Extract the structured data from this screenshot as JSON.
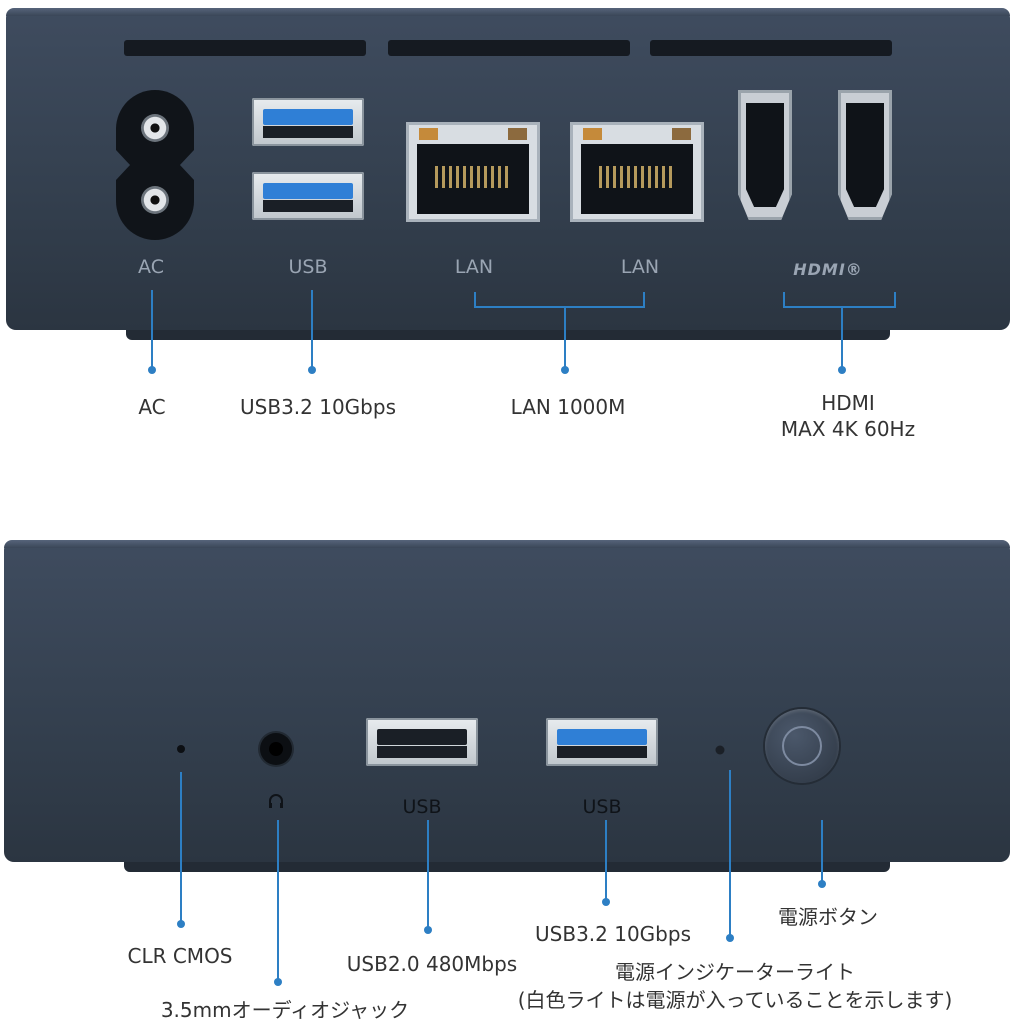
{
  "colors": {
    "callout_line": "#2d7fc4",
    "device_body": "#3a4657",
    "usb3_blue": "#2f7fd6",
    "usb2_black": "#1a1f26",
    "lan_led": "#c58a3a"
  },
  "rear_panel": {
    "port_labels": {
      "ac": "AC",
      "usb": "USB",
      "lan_1": "LAN",
      "lan_2": "LAN",
      "hdmi": "HDMI®"
    },
    "callouts": {
      "ac": "AC",
      "usb": "USB3.2 10Gbps",
      "lan": "LAN 1000M",
      "hdmi_line1": "HDMI",
      "hdmi_line2": "MAX 4K 60Hz"
    }
  },
  "front_panel": {
    "port_labels": {
      "usb_left": "USB",
      "usb_right": "USB"
    },
    "callouts": {
      "clr_cmos": "CLR CMOS",
      "audio": "3.5mmオーディオジャック",
      "usb2": "USB2.0 480Mbps",
      "usb3": "USB3.2 10Gbps",
      "power_led_line1": "電源インジケーターライト",
      "power_led_line2": "(白色ライトは電源が入っていることを示します)",
      "power_button": "電源ボタン"
    },
    "icons": {
      "headphone": "headphone-icon",
      "power": "power-button-icon"
    }
  }
}
